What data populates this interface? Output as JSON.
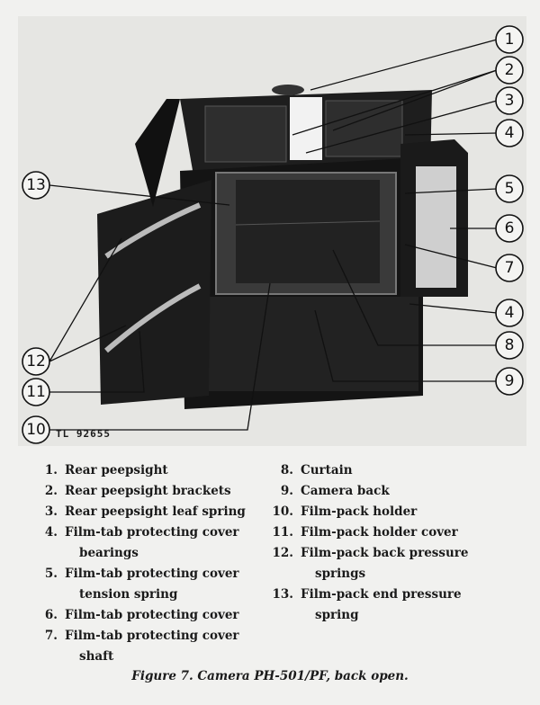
{
  "figure": {
    "callouts": [
      "1",
      "2",
      "3",
      "4",
      "5",
      "6",
      "7",
      "4",
      "8",
      "9",
      "13",
      "12",
      "11",
      "10"
    ],
    "plate_number": "TL 92655"
  },
  "legend": {
    "left": [
      {
        "num": "1.",
        "label": "Rear peepsight",
        "cont": ""
      },
      {
        "num": "2.",
        "label": "Rear peepsight brackets",
        "cont": ""
      },
      {
        "num": "3.",
        "label": "Rear peepsight leaf spring",
        "cont": ""
      },
      {
        "num": "4.",
        "label": "Film-tab protecting cover",
        "cont": "bearings"
      },
      {
        "num": "5.",
        "label": "Film-tab protecting cover",
        "cont": "tension spring"
      },
      {
        "num": "6.",
        "label": "Film-tab protecting cover",
        "cont": ""
      },
      {
        "num": "7.",
        "label": "Film-tab protecting cover",
        "cont": "shaft"
      }
    ],
    "right": [
      {
        "num": "8.",
        "label": "Curtain",
        "cont": ""
      },
      {
        "num": "9.",
        "label": "Camera back",
        "cont": ""
      },
      {
        "num": "10.",
        "label": "Film-pack holder",
        "cont": ""
      },
      {
        "num": "11.",
        "label": "Film-pack holder cover",
        "cont": ""
      },
      {
        "num": "12.",
        "label": "Film-pack back pressure",
        "cont": "springs"
      },
      {
        "num": "13.",
        "label": "Film-pack end pressure",
        "cont": "spring"
      }
    ]
  },
  "caption": "Figure 7.  Camera PH-501/PF, back open."
}
